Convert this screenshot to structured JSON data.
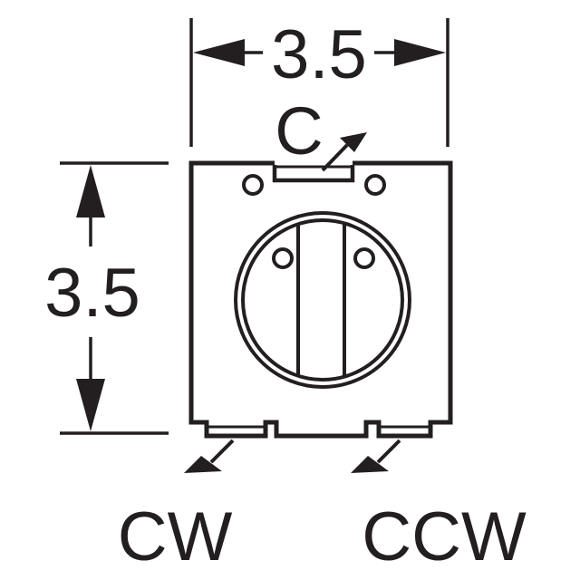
{
  "dimensions": {
    "width_label": "3.5",
    "height_label": "3.5"
  },
  "pins": {
    "center_label": "C",
    "clockwise_label": "CW",
    "counter_clockwise_label": "CCW"
  },
  "colors": {
    "ink": "#231f20",
    "background": "#ffffff"
  }
}
